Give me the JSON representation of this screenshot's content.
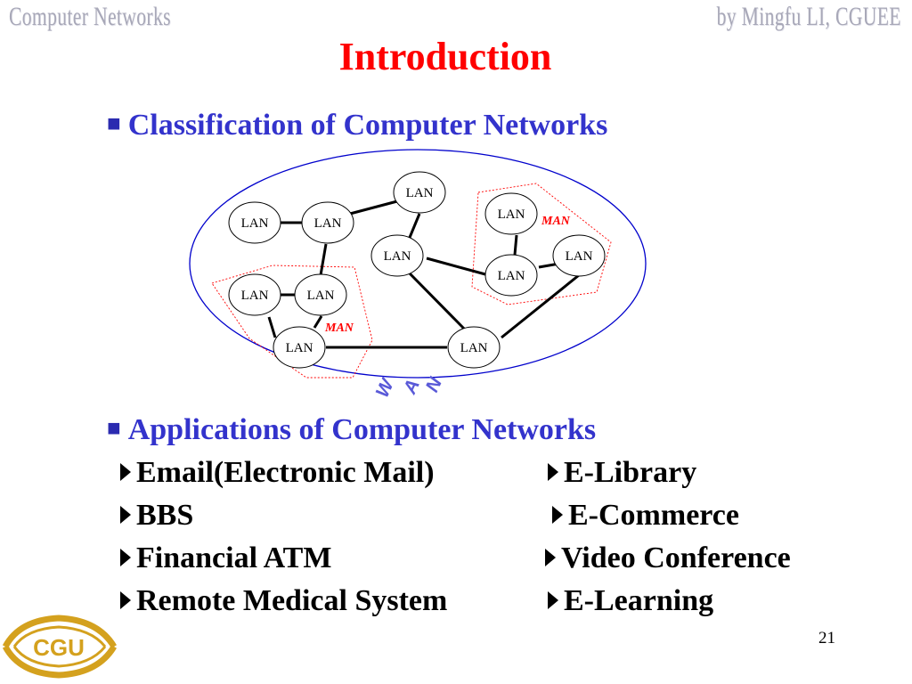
{
  "header": {
    "left": "Computer Networks",
    "right": "by Mingfu LI, CGUEE"
  },
  "title": "Introduction",
  "sections": {
    "classification": "Classification of Computer Networks",
    "applications": "Applications of Computer Networks"
  },
  "diagram": {
    "node_label": "LAN",
    "man_label": "MAN",
    "wan_label": "WAN",
    "colors": {
      "wan_ellipse": "#0000cc",
      "man_border": "#ff0000",
      "link": "#000000"
    }
  },
  "applications": {
    "left": [
      "Email(Electronic Mail)",
      "BBS",
      "Financial ATM",
      "Remote Medical System"
    ],
    "right": [
      "E-Library",
      "E-Commerce",
      "Video Conference",
      "E-Learning"
    ]
  },
  "page_number": "21",
  "logo": {
    "text": "CGU",
    "icon": "cgu-logo-icon",
    "color": "#d4a11e"
  }
}
